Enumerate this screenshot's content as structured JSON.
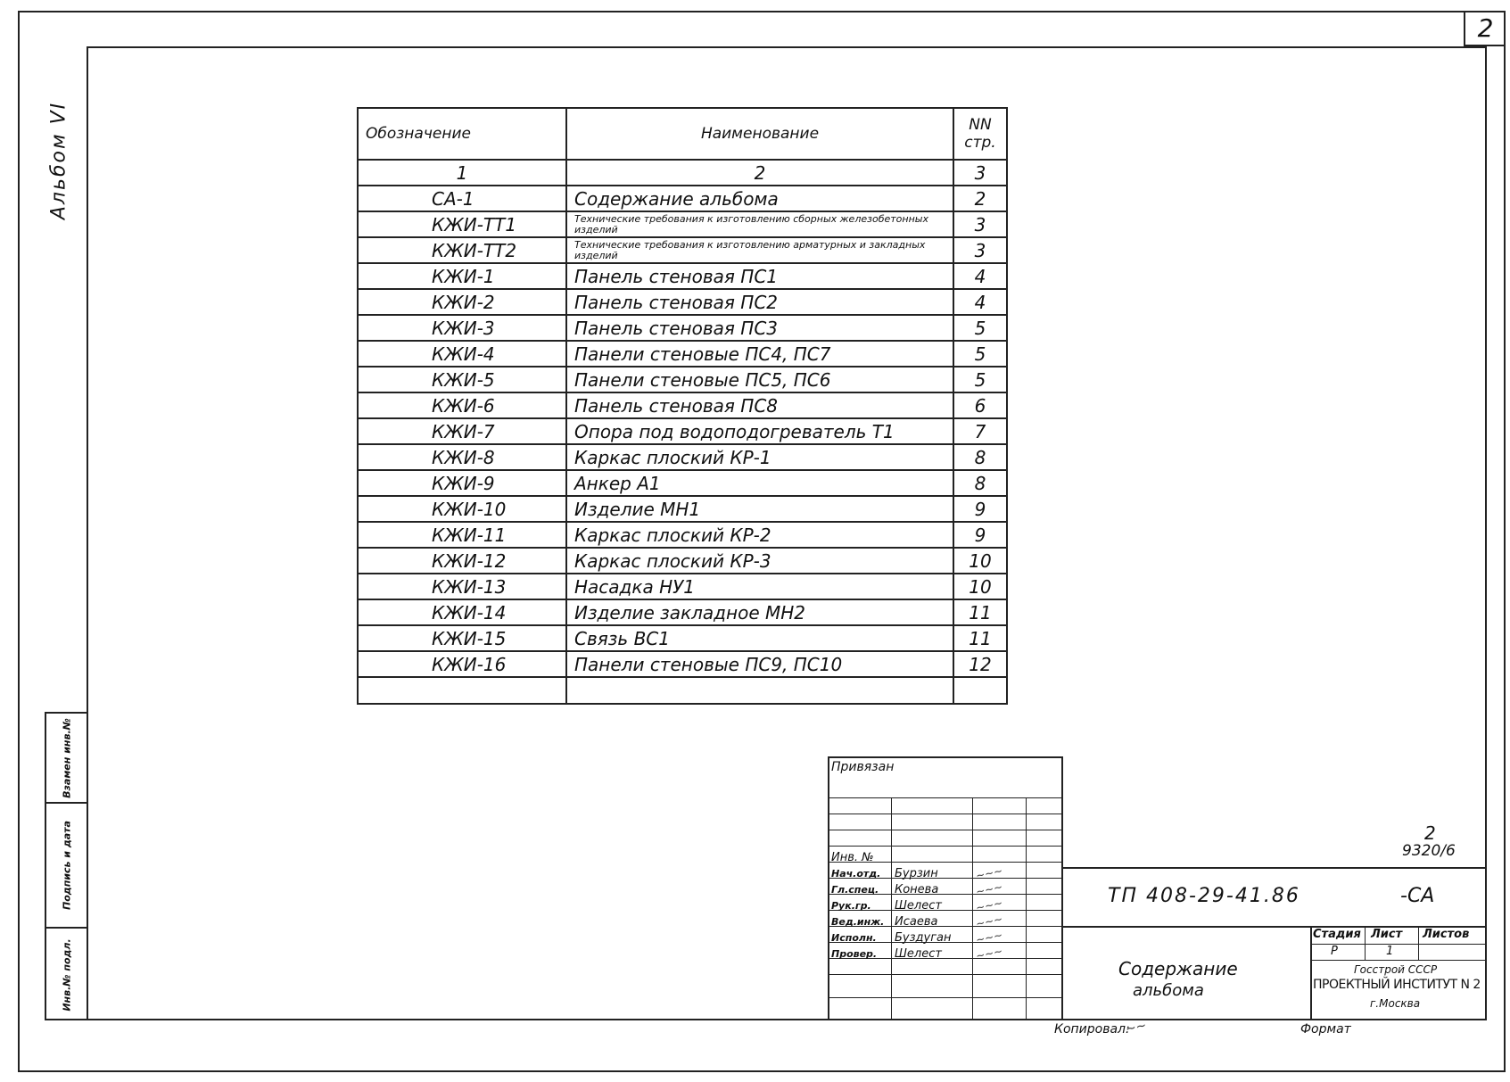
{
  "sheet": {
    "page_number": "2",
    "album": "Альбом VI"
  },
  "left_stamps": [
    "Взамен инв.№",
    "Подпись и дата",
    "Инв.№ подл."
  ],
  "contents": {
    "headers": {
      "designation": "Обозначение",
      "name": "Наименование",
      "pages": "NN стр."
    },
    "column_numbers": [
      "1",
      "2",
      "3"
    ],
    "rows": [
      {
        "code": "СА-1",
        "name": "Содержание альбома",
        "page": "2"
      },
      {
        "code": "КЖИ-ТТ1",
        "name": "Технические требования к изготовлению сборных железобетонных изделий",
        "page": "3",
        "small": true
      },
      {
        "code": "КЖИ-ТТ2",
        "name": "Технические требования к изготовлению арматурных и закладных изделий",
        "page": "3",
        "small": true
      },
      {
        "code": "КЖИ-1",
        "name": "Панель стеновая ПС1",
        "page": "4"
      },
      {
        "code": "КЖИ-2",
        "name": "Панель стеновая ПС2",
        "page": "4"
      },
      {
        "code": "КЖИ-3",
        "name": "Панель стеновая ПС3",
        "page": "5"
      },
      {
        "code": "КЖИ-4",
        "name": "Панели стеновые ПС4, ПС7",
        "page": "5"
      },
      {
        "code": "КЖИ-5",
        "name": "Панели стеновые ПС5, ПС6",
        "page": "5"
      },
      {
        "code": "КЖИ-6",
        "name": "Панель стеновая ПС8",
        "page": "6"
      },
      {
        "code": "КЖИ-7",
        "name": "Опора под водоподогреватель Т1",
        "page": "7"
      },
      {
        "code": "КЖИ-8",
        "name": "Каркас плоский КР-1",
        "page": "8"
      },
      {
        "code": "КЖИ-9",
        "name": "Анкер А1",
        "page": "8"
      },
      {
        "code": "КЖИ-10",
        "name": "Изделие МН1",
        "page": "9"
      },
      {
        "code": "КЖИ-11",
        "name": "Каркас плоский КР-2",
        "page": "9"
      },
      {
        "code": "КЖИ-12",
        "name": "Каркас плоский КР-3",
        "page": "10"
      },
      {
        "code": "КЖИ-13",
        "name": "Насадка НУ1",
        "page": "10"
      },
      {
        "code": "КЖИ-14",
        "name": "Изделие закладное МН2",
        "page": "11"
      },
      {
        "code": "КЖИ-15",
        "name": "Связь ВС1",
        "page": "11"
      },
      {
        "code": "КЖИ-16",
        "name": "Панели стеновые ПС9, ПС10",
        "page": "12"
      }
    ]
  },
  "title_block": {
    "attached": "Привязан",
    "inv_no": "Инв. №",
    "staff": [
      {
        "role": "Нач.отд.",
        "name": "Бурзин"
      },
      {
        "role": "Гл.спец.",
        "name": "Конева"
      },
      {
        "role": "Рук.гр.",
        "name": "Шелест"
      },
      {
        "role": "Вед.инж.",
        "name": "Исаева"
      },
      {
        "role": "Исполн.",
        "name": "Бузду­ган"
      },
      {
        "role": "Провер.",
        "name": "Шелест"
      }
    ],
    "doc_code": "ТП 408-29-41.86",
    "doc_suffix": "-СА",
    "sheet_ref_top": "2",
    "sheet_ref_bottom": "9320/6",
    "doc_title_line1": "Содержание",
    "doc_title_line2": "альбома",
    "stage_label": "Стадия",
    "sheet_label": "Лист",
    "sheets_label": "Листов",
    "stage_value": "Р",
    "sheet_value": "1",
    "org_line1": "Госстрой СССР",
    "org_line2": "ПРОЕКТНЫЙ ИНСТИТУТ N 2",
    "org_line3": "г.Москва",
    "copied": "Копировал:",
    "format": "Формат"
  }
}
